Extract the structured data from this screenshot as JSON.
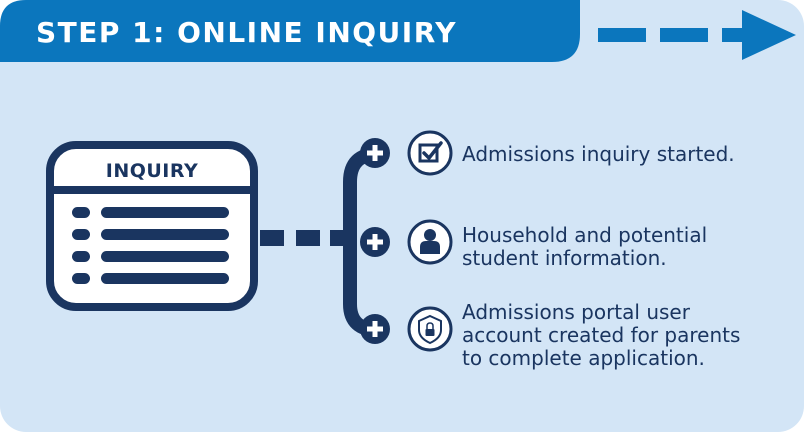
{
  "header": {
    "title": "STEP 1: ONLINE INQUIRY"
  },
  "window": {
    "label": "INQUIRY"
  },
  "items": [
    {
      "text": "Admissions inquiry started.",
      "icon": "checkbox-icon"
    },
    {
      "text": "Household and potential student information.",
      "icon": "person-icon"
    },
    {
      "text": "Admissions portal user account created for parents to complete application.",
      "icon": "shield-lock-icon"
    }
  ],
  "colors": {
    "panel": "#d3e5f6",
    "header": "#0b76bd",
    "navy": "#1a3560",
    "white": "#ffffff"
  }
}
